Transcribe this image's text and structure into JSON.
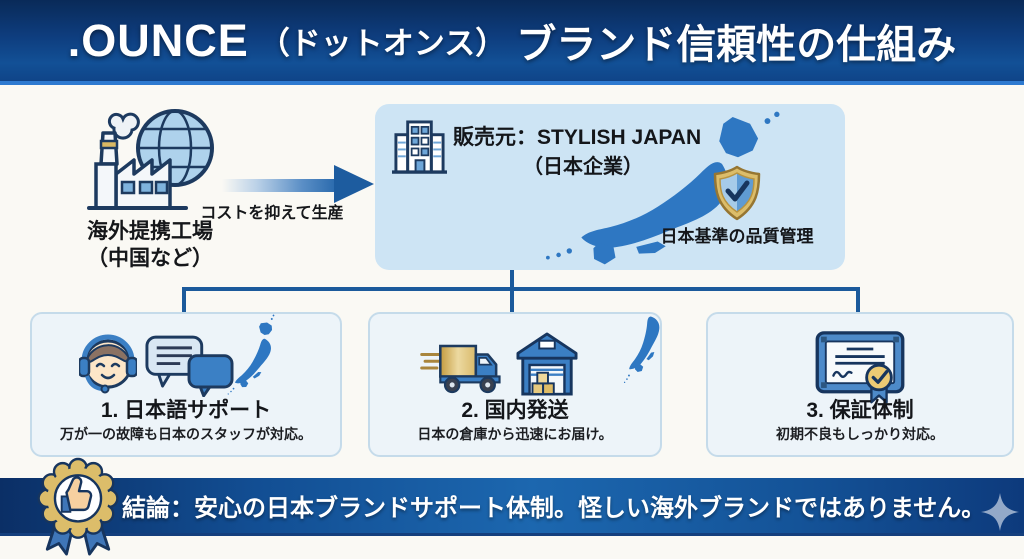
{
  "header": {
    "brand": ".OUNCE",
    "brand_reading": "（ドットオンス）",
    "title_rest": "ブランド信頼性の仕組み"
  },
  "flow": {
    "source_label_line1": "海外提携工場",
    "source_label_line2": "（中国など）",
    "arrow_label": "コストを抑えて生産",
    "seller_title": "販売元：STYLISH JAPAN",
    "seller_subtitle": "（日本企業）",
    "quality_label": "日本基準の品質管理"
  },
  "features": [
    {
      "title": "1. 日本語サポート",
      "desc": "万が一の故障も日本のスタッフが対応。",
      "icons": [
        "support-agent-icon",
        "chat-bubbles-icon",
        "japan-map-icon"
      ]
    },
    {
      "title": "2. 国内発送",
      "desc": "日本の倉庫から迅速にお届け。",
      "icons": [
        "delivery-truck-icon",
        "warehouse-icon",
        "japan-map-icon"
      ]
    },
    {
      "title": "3. 保証体制",
      "desc": "初期不良もしっかり対応。",
      "icons": [
        "certificate-seal-icon"
      ]
    }
  ],
  "conclusion": {
    "text": "結論：安心の日本ブランドサポート体制。怪しい海外ブランドではありません。",
    "icons": [
      "award-ribbon-thumbs-up-icon",
      "sparkle-icon"
    ]
  },
  "icons": {
    "top_left": "factory-globe-icon",
    "seller": "office-building-icon",
    "map": "japan-map-icon",
    "quality": "shield-check-icon"
  },
  "colors": {
    "header_navy": "#0b3a78",
    "header_accent_line": "#2e7ad0",
    "content_background": "#faf9f4",
    "seller_panel_blue": "#cde4f4",
    "feature_card_fill": "#edf4f9",
    "feature_card_border": "#c5dbea",
    "connector_blue": "#1b5a9b",
    "japan_map_blue": "#2e77c2",
    "gold": "#dcbd6a",
    "banner_navy": "#124e93",
    "text_dark": "#15171a",
    "text_white": "#ffffff"
  }
}
